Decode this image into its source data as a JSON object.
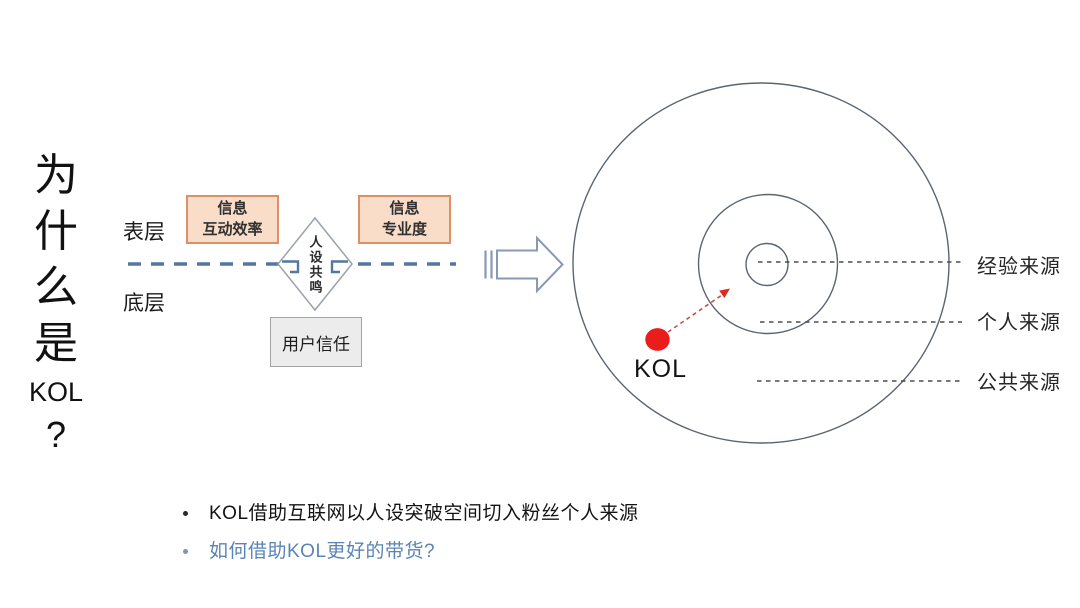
{
  "slide": {
    "title": {
      "chars": [
        "为",
        "什",
        "么",
        "是",
        "KOL",
        "?"
      ]
    },
    "layers": {
      "surface": "表层",
      "bottom": "底层"
    },
    "boxes": {
      "interaction": {
        "line1": "信息",
        "line2": "互动效率"
      },
      "professional": {
        "line1": "信息",
        "line2": "专业度"
      },
      "trust": "用户信任"
    },
    "diamond": {
      "label": "人设共鸣"
    },
    "circles": {
      "kol_label": "KOL",
      "ring_labels": [
        "经验来源",
        "个人来源",
        "公共来源"
      ]
    },
    "bullets": [
      {
        "text": "KOL借助互联网以人设突破空间切入粉丝个人来源",
        "color": "#141414"
      },
      {
        "text": "如何借助KOL更好的带货?",
        "color": "#5b84b4"
      }
    ],
    "colors": {
      "peach_fill": "#f9ddc9",
      "peach_border": "#dd9068",
      "gray_box_fill": "#ececec",
      "gray_box_border": "#a3a3a3",
      "dashed_divider_blue": "#54779e",
      "block_arrow_outline": "#8a99b3",
      "circle_outline": "#5a6472",
      "connector_gray": "#4d4d4d",
      "kol_dot_red": "#ea1c1c",
      "red_arrow_dash": "#b5574f",
      "red_arrow_head": "#d92b21",
      "bullet_blue": "#5b84b4"
    }
  }
}
